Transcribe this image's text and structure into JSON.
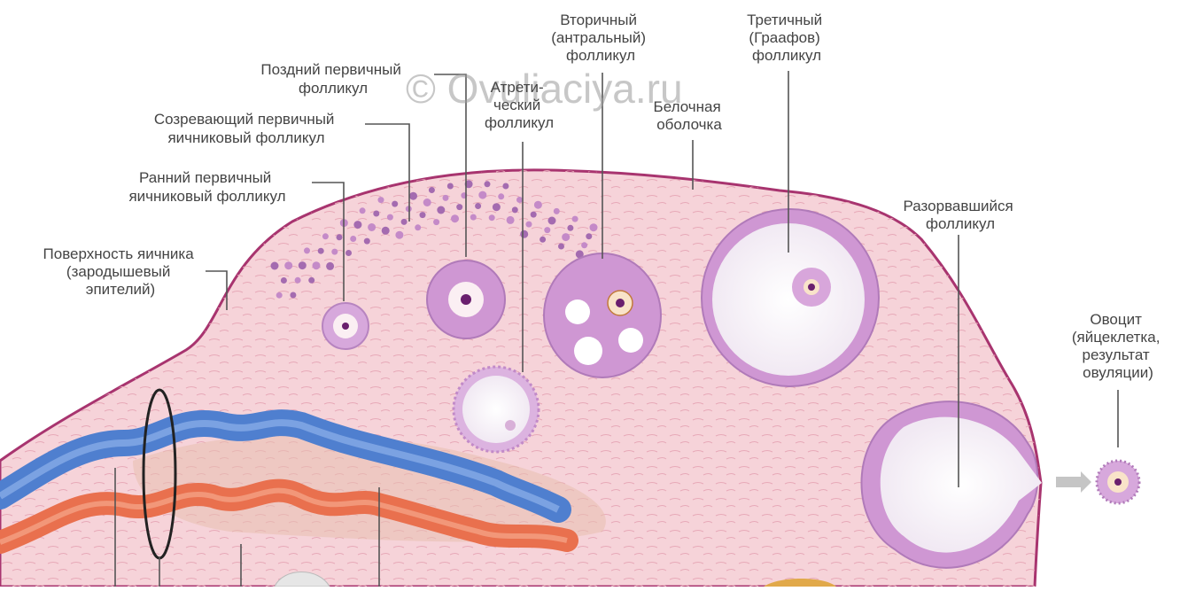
{
  "watermark": "© Ovuliaciya.ru",
  "labels": {
    "late_primary": [
      "Поздний первичный",
      "фолликул"
    ],
    "maturing_primary": [
      "Созревающий первичный",
      "яичниковый фолликул"
    ],
    "early_primary": [
      "Ранний первичный",
      "яичниковый фолликул"
    ],
    "surface": [
      "Поверхность яичника",
      "(зародышевый",
      "эпителий)"
    ],
    "atretic": [
      "Атрети-",
      "ческий",
      "фолликул"
    ],
    "secondary": [
      "Вторичный",
      "(антральный)",
      "фолликул"
    ],
    "albuginea": [
      "Белочная",
      "оболочка"
    ],
    "tertiary": [
      "Третичный",
      "(Граафов)",
      "фолликул"
    ],
    "ruptured": [
      "Разорвавшийся",
      "фолликул"
    ],
    "oocyte": [
      "Овоцит",
      "(яйцеклетка,",
      "результат",
      "овуляции)"
    ]
  },
  "colors": {
    "ovary_fill": "#f6d3d9",
    "ovary_edge": "#a8346f",
    "follicle_cells": "#c48ac8",
    "nucleus": "#6a1f6e",
    "vein": "#4f7fcf",
    "artery": "#e9704e"
  }
}
